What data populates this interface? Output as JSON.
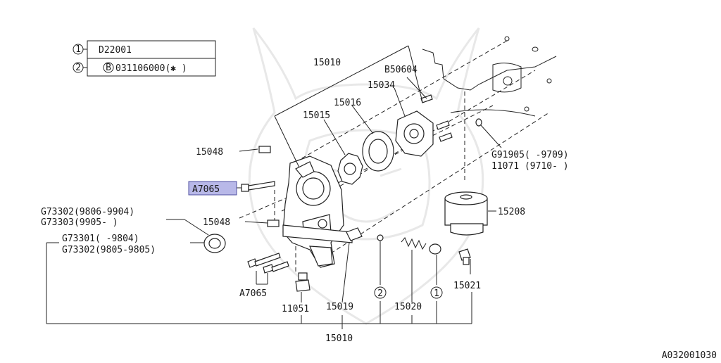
{
  "legend": {
    "row1": {
      "circle": "1",
      "text": "D22001"
    },
    "row2": {
      "circle": "2",
      "mark": "B",
      "text": "031106000(✱ )"
    }
  },
  "callouts": {
    "p15010_top": "15010",
    "pB50604": "B50604",
    "p15034": "15034",
    "p15016": "15016",
    "p15015": "15015",
    "p15048_a": "15048",
    "pA7065_hl": "A7065",
    "pG73302a": "G73302(9806-9904)",
    "pG73303": "G73303(9905-      )",
    "p15048_b": "15048",
    "pG73301": "G73301(      -9804)",
    "pG73302b": "G73302(9805-9805)",
    "pA7065": "A7065",
    "p11051": "11051",
    "p15019": "15019",
    "pc2": "2",
    "p15020": "15020",
    "pc1": "1",
    "p15021": "15021",
    "p15010_bottom": "15010",
    "pG91905": "G91905(      -9709)",
    "p11071": "11071  (9710-      )",
    "p15208": "15208"
  },
  "diagram_id": "A032001030"
}
